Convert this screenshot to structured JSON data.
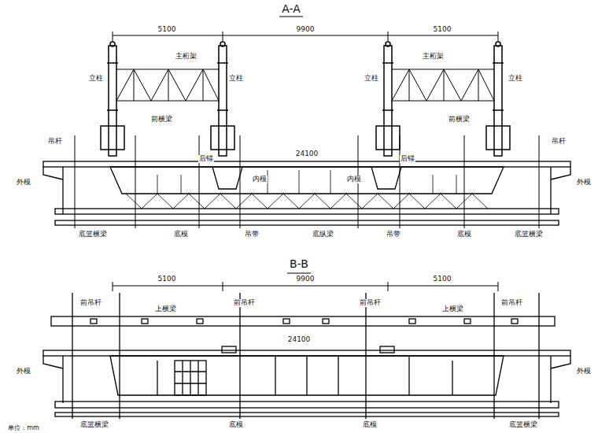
{
  "diagram": {
    "labels": [
      "A-A",
      "5100",
      "9900",
      "5100",
      "主桁架",
      "主桁架",
      "立柱",
      "立柱",
      "立柱",
      "立柱",
      "前横梁",
      "前横梁",
      "后锚",
      "后锚",
      "吊杆",
      "吊杆",
      "24100",
      "外模",
      "外模",
      "内模",
      "内模",
      "底篮横梁",
      "底模",
      "吊带",
      "底纵梁",
      "吊带",
      "底模",
      "底篮横梁",
      "B-B",
      "5100",
      "9900",
      "5100",
      "前吊杆",
      "前吊杆",
      "前吊杆",
      "前吊杆",
      "上横梁",
      "上横梁",
      "24100",
      "外模",
      "外模",
      "底篮横梁",
      "底模",
      "底模",
      "底篮横梁",
      "单位：mm"
    ]
  }
}
